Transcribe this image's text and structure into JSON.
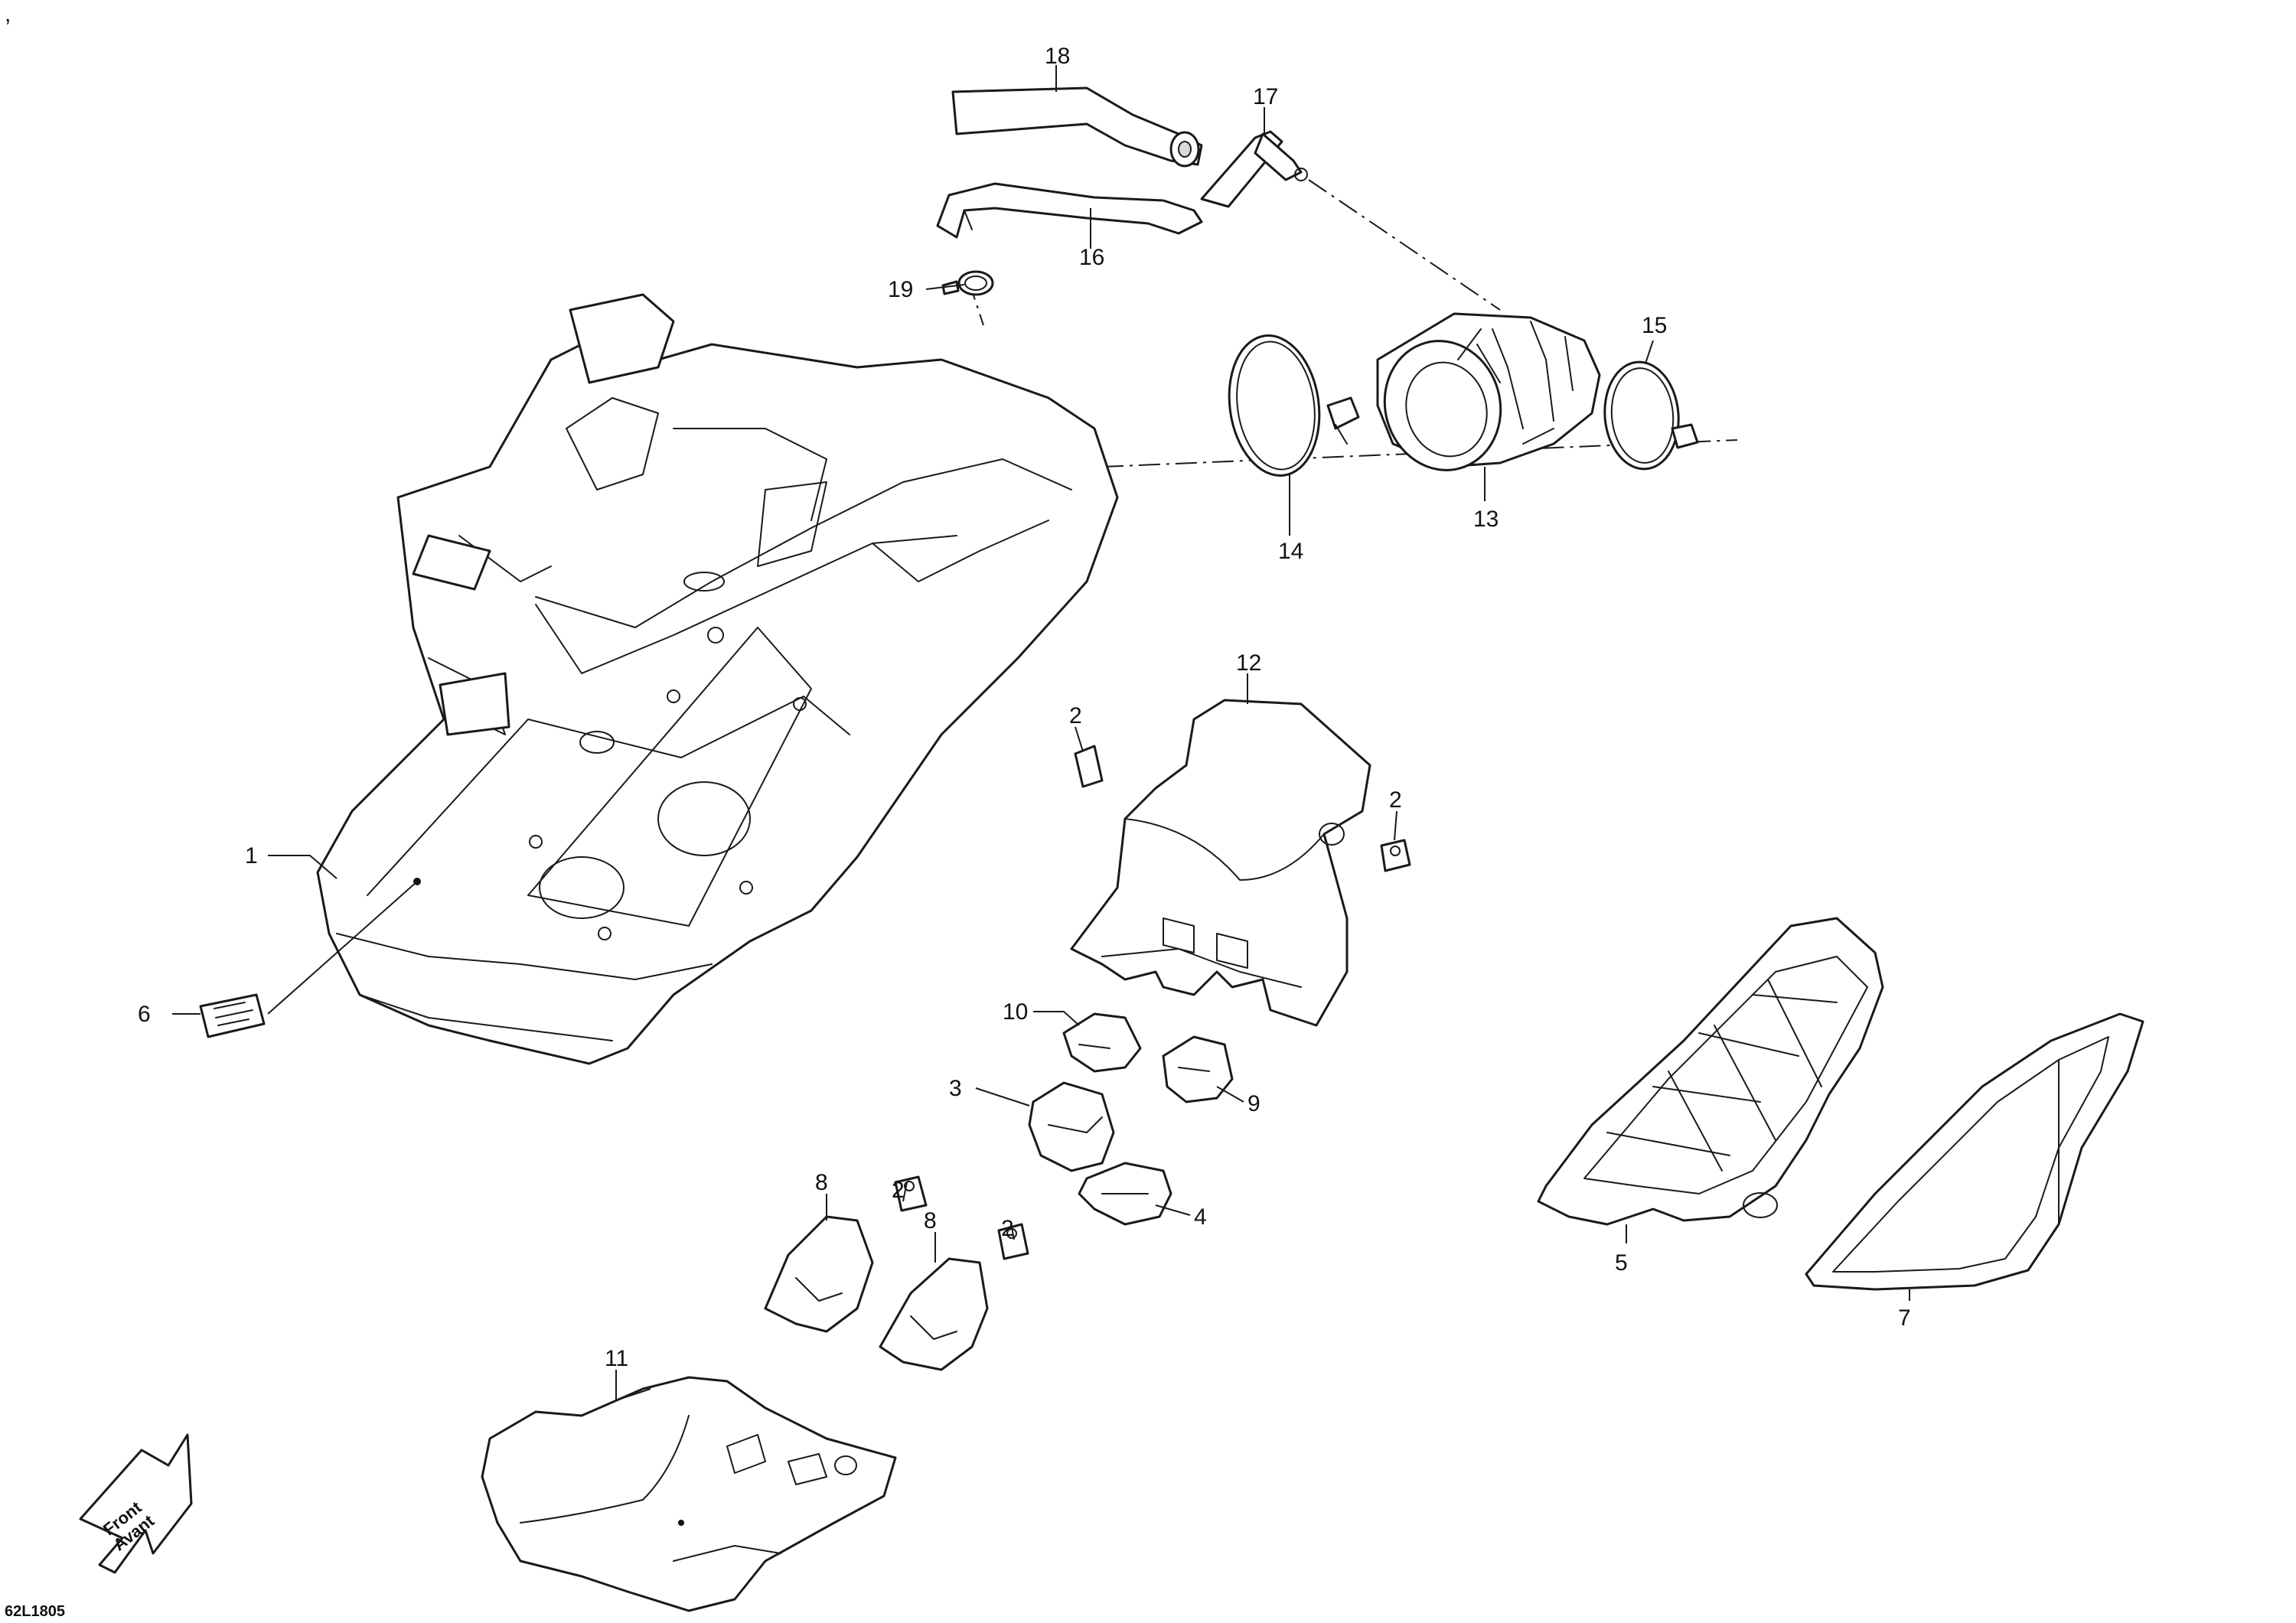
{
  "drawing": {
    "code": "62L1805",
    "corner_mark": ","
  },
  "direction_arrow": {
    "line1": "Front",
    "line2": "Avant"
  },
  "callouts": {
    "c1": "1",
    "c2a": "2",
    "c2b": "2",
    "c2c": "2",
    "c2d": "2",
    "c3": "3",
    "c4": "4",
    "c5": "5",
    "c6": "6",
    "c7": "7",
    "c8a": "8",
    "c8b": "8",
    "c9": "9",
    "c10": "10",
    "c11": "11",
    "c12": "12",
    "c13": "13",
    "c14": "14",
    "c15": "15",
    "c16": "16",
    "c17": "17",
    "c18": "18",
    "c19": "19"
  }
}
